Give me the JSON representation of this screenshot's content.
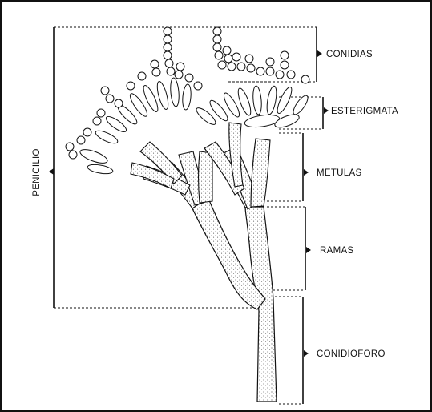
{
  "figure": {
    "labels": {
      "penicilio": "PENICILIO",
      "conidias": "CONIDIAS",
      "esterigmata": "ESTERIGMATA",
      "metulas": "METULAS",
      "ramas": "RAMAS",
      "conidioforo": "CONIDIOFORO"
    },
    "colors": {
      "ink": "#111111",
      "paper": "#ffffff"
    }
  }
}
